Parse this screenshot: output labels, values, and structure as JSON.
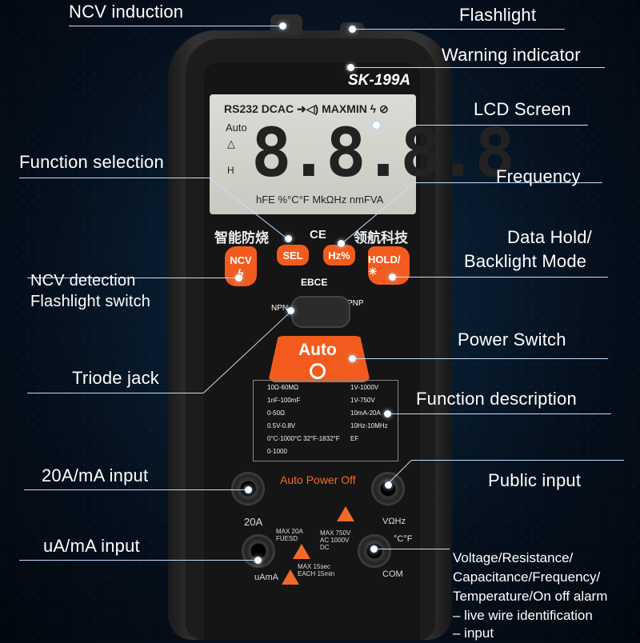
{
  "labels": {
    "ncv_induction": "NCV induction",
    "flashlight": "Flashlight",
    "warning_indicator": "Warning indicator",
    "lcd_screen": "LCD Screen",
    "function_selection": "Function selection",
    "frequency": "Frequency",
    "data_hold_1": "Data Hold/",
    "data_hold_2": "Backlight Mode",
    "ncv_detection_1": "NCV detection",
    "ncv_detection_2": "Flashlight switch",
    "power_switch": "Power Switch",
    "triode_jack": "Triode jack",
    "function_description": "Function description",
    "a20_input": "20A/mA input",
    "public_input": "Public input",
    "ua_input": "uA/mA input",
    "public_desc": [
      "Voltage/Resistance/",
      "Capacitance/Frequency/",
      "Temperature/On off alarm",
      "– live wire identification",
      "– input"
    ]
  },
  "device": {
    "model": "SK-199A",
    "lcd_top": "RS232 DCAC ➜◁) MAXMIN ϟ ⊘",
    "lcd_auto": "Auto",
    "lcd_digits": "8.8.8.8",
    "lcd_bottom": "hFE %°C°F MkΩHz nmFVA",
    "chinese_left": "智能防烧",
    "ce": "CE",
    "chinese_right": "领航科技",
    "btn_ncv": "NCV",
    "btn_sel": "SEL",
    "btn_hz": "Hz%",
    "btn_hold": "HOLD/☀",
    "ebce": "EBCE",
    "npn": "NPN",
    "pnp": "PNP",
    "auto": "Auto",
    "auto_power_off": "Auto Power Off",
    "func_rows": [
      [
        "10Ω-60MΩ",
        "1V-1000V"
      ],
      [
        "1nF-100mF",
        "1V-750V"
      ],
      [
        "0-50Ω",
        "10mA-20A"
      ],
      [
        "0.5V-0.8V",
        "10Hz-10MHz"
      ],
      [
        "0°C-1000°C 32°F-1832°F",
        "EF"
      ],
      [
        "0-1000",
        ""
      ]
    ],
    "jack_20a": "20A",
    "jack_vohz": "VΩHz",
    "jack_cf": "°C°F",
    "jack_uama": "uAmA",
    "jack_com": "COM",
    "max_20a": "MAX 20A FUESD",
    "max_750": "MAX 750V AC 1000V DC",
    "max_15": "MAX 15sec EACH 15min"
  },
  "colors": {
    "accent": "#f25b1d",
    "line": "#bfe0ff"
  }
}
